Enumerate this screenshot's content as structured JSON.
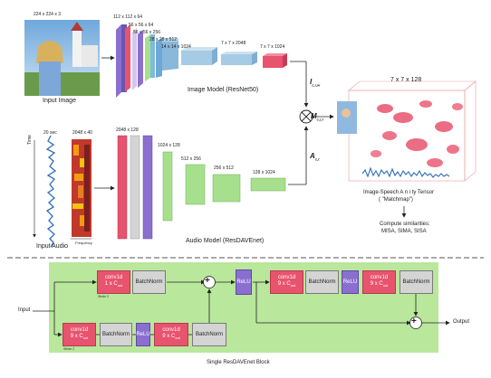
{
  "input_image": {
    "dims": "224 x 224 x 3",
    "caption": "Input Image"
  },
  "image_model": {
    "caption": "Image Model (ResNet50)",
    "dims": [
      "112 x 112 x 64",
      "56 x 56 x 64",
      "56 x 56 x 256",
      "28 x 28 x 512",
      "14 x 14 x 1024",
      "7 x 7 x 2048",
      "7 x 7 x 1024"
    ]
  },
  "input_audio": {
    "caption": "Input Audio",
    "duration": "20 sec",
    "spec_dims": "2048 x 40",
    "time_axis": "Time",
    "freq_axis": "Frequency"
  },
  "audio_model": {
    "caption": "Audio Model (ResDAVEnet)",
    "dims": [
      "2048 x 128",
      "1024 x 128",
      "512 x 256",
      "256 x 512",
      "128 x 1024"
    ]
  },
  "tensors": {
    "I": "I",
    "I_sub": "c,r,w",
    "M": "M",
    "M_sub": "c,r,t",
    "A": "A",
    "A_sub": "c,t"
  },
  "affinity": {
    "dims": "7 x 7 x 128",
    "caption_line1": "Image-Speech A n i ty Tensor",
    "caption_line2": "(     \"Matchmap\")",
    "similarities_title": "Compute similarities:",
    "similarities_list": "MISA, SIMA, SISA"
  },
  "block": {
    "caption": "Single ResDAVEnet Block",
    "input_label": "Input",
    "output_label": "Output",
    "plus": "+",
    "conv_a": {
      "line1": "conv1d",
      "line2": "1 x C",
      "sub": "out",
      "note": "Stride 2"
    },
    "conv_b": {
      "line1": "conv1d",
      "line2": "9 x C",
      "sub": "out",
      "note": "Stride 2"
    },
    "conv_c": {
      "line1": "conv1d",
      "line2": "9 x C",
      "sub": "out"
    },
    "conv_d": {
      "line1": "conv1d",
      "line2": "9 x C",
      "sub": "out"
    },
    "conv_e": {
      "line1": "conv1d",
      "line2": "9 x C",
      "sub": "out"
    },
    "batchnorm": "BatchNorm",
    "relu": "ReLU"
  },
  "colors": {
    "green_bg": "#b9e79c",
    "green_layer": "#a6e08c",
    "red_layer": "#e8536d",
    "purple_layer": "#8a6fd0",
    "blue_layer": "#8ab8da",
    "gray_layer": "#d4d4d4"
  }
}
